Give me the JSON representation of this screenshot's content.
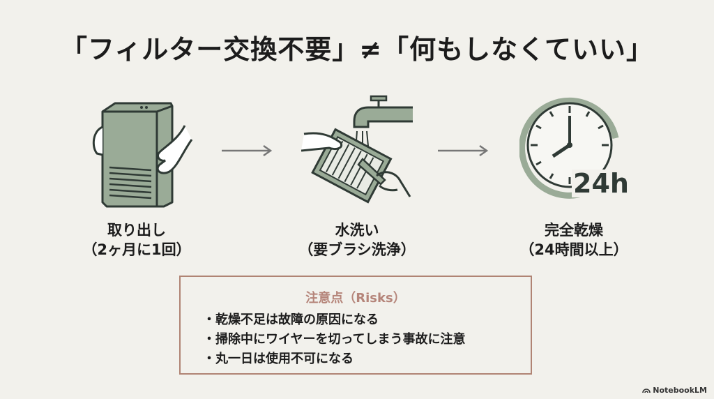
{
  "title": "「フィルター交換不要」≠「何もしなくていい」",
  "steps": [
    {
      "label": "取り出し",
      "sub": "（2ヶ月に1回）",
      "icon": "purifier-unit-icon"
    },
    {
      "label": "水洗い",
      "sub": "（要ブラシ洗浄）",
      "icon": "faucet-wash-icon"
    },
    {
      "label": "完全乾燥",
      "sub": "（24時間以上）",
      "icon": "clock-icon",
      "badge": "24h"
    }
  ],
  "risks": {
    "title": "注意点（Risks）",
    "items": [
      "乾燥不足は故障の原因になる",
      "掃除中にワイヤーを切ってしまう事故に注意",
      "丸一日は使用不可になる"
    ]
  },
  "watermark": "NotebookLM",
  "colors": {
    "background": "#f2f1ec",
    "icon_fill": "#9aab97",
    "stroke": "#2f3a35",
    "accent": "#b08474"
  }
}
